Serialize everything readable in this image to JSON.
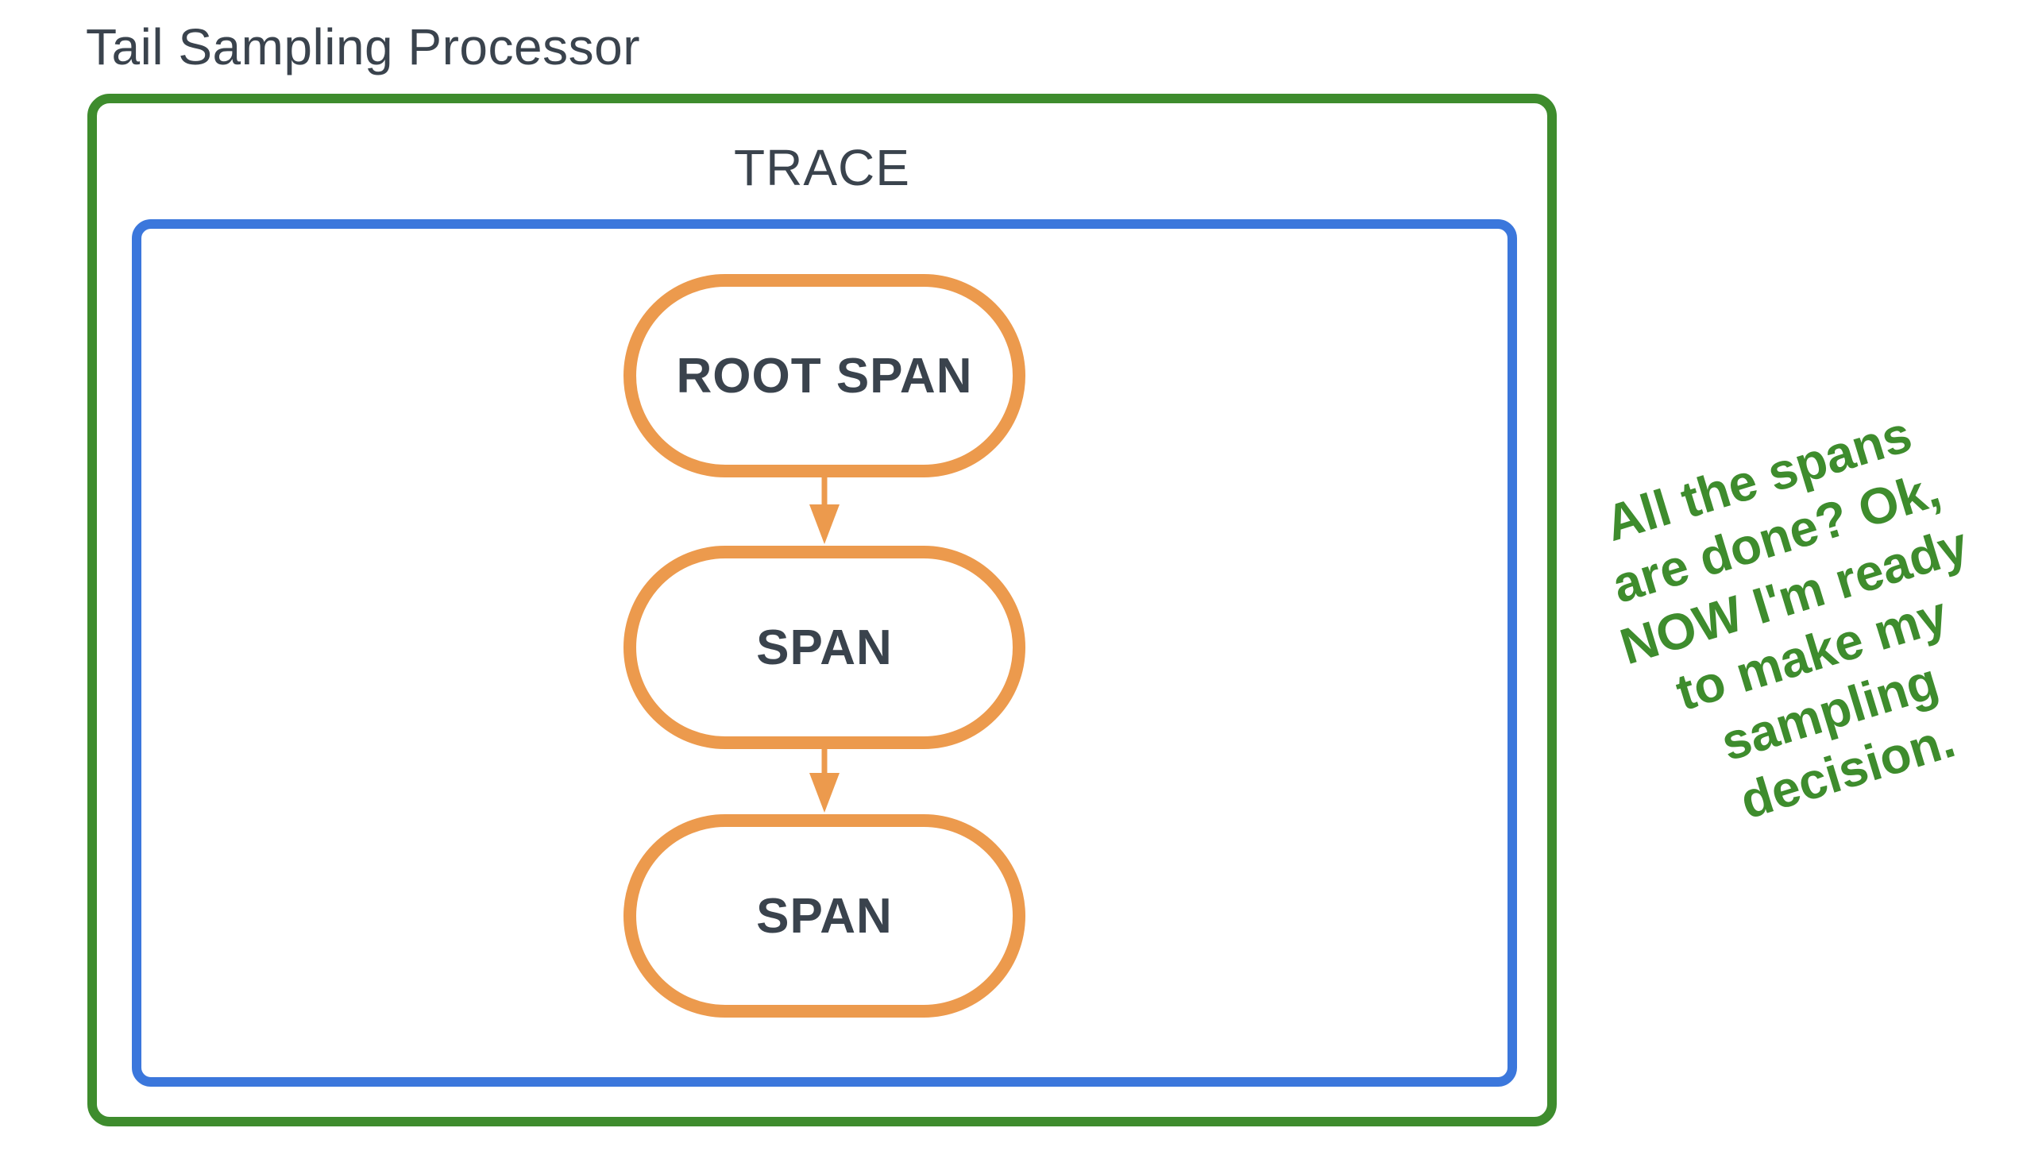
{
  "title": "Tail Sampling Processor",
  "diagram": {
    "trace_label": "TRACE",
    "spans": [
      {
        "label": "ROOT SPAN"
      },
      {
        "label": "SPAN"
      },
      {
        "label": "SPAN"
      }
    ],
    "annotation": "All the spans\nare done? Ok,\nNOW I'm ready\nto make my\nsampling\ndecision."
  },
  "colors": {
    "processor_border_green": "#3E8C2D",
    "trace_border_blue": "#3B77DC",
    "span_border_orange": "#EC9A4D",
    "text_dark": "#3A434D",
    "annotation_green": "#3E8C2D",
    "background": "#FFFFFF"
  }
}
